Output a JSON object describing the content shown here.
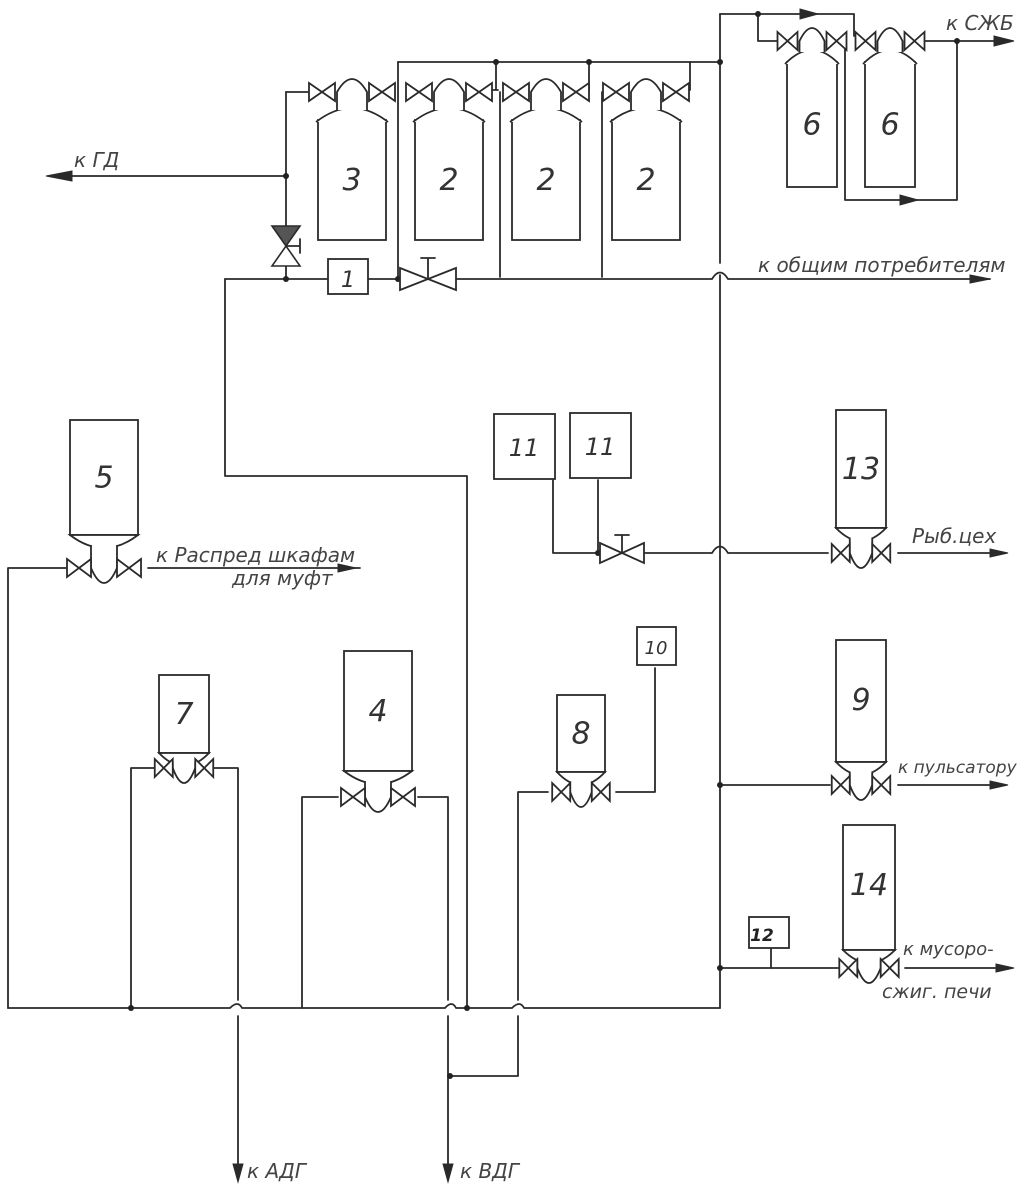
{
  "diagram": {
    "type": "process-flow-schematic",
    "components": [
      {
        "id": "c1",
        "label": "1",
        "kind": "box"
      },
      {
        "id": "c2a",
        "label": "2",
        "kind": "cylinder"
      },
      {
        "id": "c2b",
        "label": "2",
        "kind": "cylinder"
      },
      {
        "id": "c2c",
        "label": "2",
        "kind": "cylinder"
      },
      {
        "id": "c3",
        "label": "3",
        "kind": "cylinder"
      },
      {
        "id": "c4",
        "label": "4",
        "kind": "cylinder"
      },
      {
        "id": "c5",
        "label": "5",
        "kind": "cylinder"
      },
      {
        "id": "c6a",
        "label": "6",
        "kind": "cylinder"
      },
      {
        "id": "c6b",
        "label": "6",
        "kind": "cylinder"
      },
      {
        "id": "c7",
        "label": "7",
        "kind": "cylinder"
      },
      {
        "id": "c8",
        "label": "8",
        "kind": "cylinder"
      },
      {
        "id": "c9",
        "label": "9",
        "kind": "cylinder"
      },
      {
        "id": "c10",
        "label": "10",
        "kind": "box"
      },
      {
        "id": "c11a",
        "label": "11",
        "kind": "box"
      },
      {
        "id": "c11b",
        "label": "11",
        "kind": "box"
      },
      {
        "id": "c12",
        "label": "12",
        "kind": "box"
      },
      {
        "id": "c13",
        "label": "13",
        "kind": "cylinder"
      },
      {
        "id": "c14",
        "label": "14",
        "kind": "cylinder"
      }
    ],
    "outlets": {
      "gd": "к ГД",
      "szhb": "к СЖБ",
      "common": "к общим потребителям",
      "cabinets_1": "к Распред шкафам",
      "cabinets_2": "для муфт",
      "fish": "Рыб.цех",
      "pulsator": "к пульсатору",
      "incinerator_1": "к мусоро-",
      "incinerator_2": "сжиг. печи",
      "adg": "к АДГ",
      "vdg": "к ВДГ"
    }
  }
}
